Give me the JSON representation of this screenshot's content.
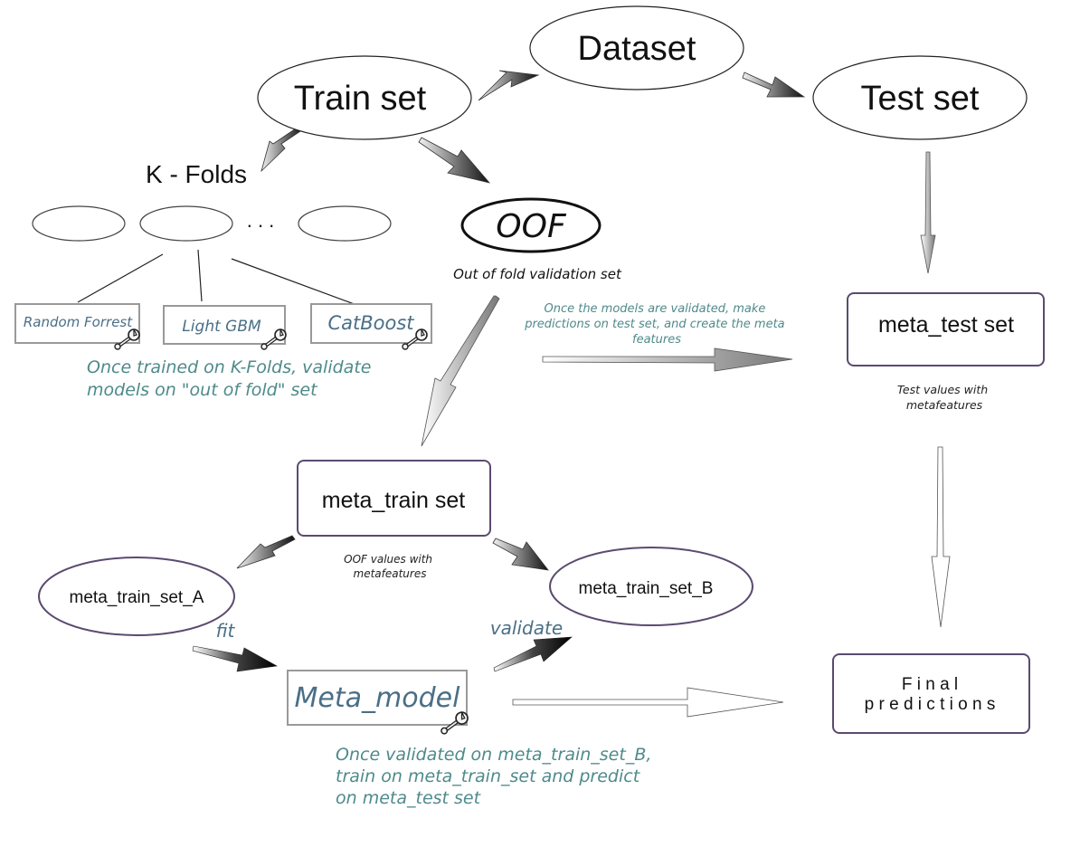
{
  "nodes": {
    "dataset": "Dataset",
    "train_set": "Train set",
    "test_set": "Test set",
    "k_folds": "K - Folds",
    "fold_dots": ". . .",
    "oof": "OOF",
    "oof_caption": "Out of fold validation set",
    "meta_test_set": "meta_test set",
    "meta_train_set": "meta_train set",
    "meta_train_set_a": "meta_train_set_A",
    "meta_train_set_b": "meta_train_set_B",
    "meta_model": "Meta_model",
    "final_predictions_line1": "F i n a l",
    "final_predictions_line2": "p r e d i c t i o n s"
  },
  "models": {
    "random_forest": "Random Forrest",
    "light_gbm": "Light GBM",
    "catboost": "CatBoost"
  },
  "annotations": {
    "trained_line1": "Once trained on K-Folds, validate",
    "trained_line2": "models on \"out of fold\" set",
    "validated_line1": "Once the models are validated, make",
    "validated_line2": "predictions on test set, and create the meta",
    "validated_line3": "features",
    "test_values_line1": "Test values with",
    "test_values_line2": "metafeatures",
    "oof_values_line1": "OOF values with",
    "oof_values_line2": "metafeatures",
    "fit": "fit",
    "validate": "validate",
    "final_line1": "Once validated on meta_train_set_B,",
    "final_line2": "train on meta_train_set and predict",
    "final_line3": "on meta_test set"
  },
  "colors": {
    "teal_text": "#4f8a8b",
    "purple_border": "#5b4a70",
    "gray_border": "#9a9a9a"
  }
}
